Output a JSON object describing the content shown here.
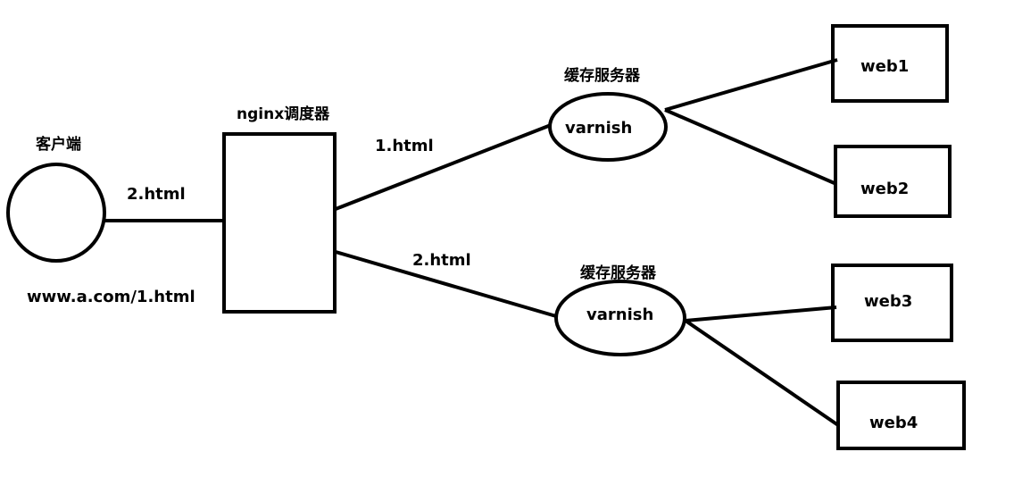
{
  "client": {
    "label": "客户端",
    "url": "www.a.com/1.html"
  },
  "client_link": {
    "label": "2.html"
  },
  "scheduler": {
    "label": "nginx调度器"
  },
  "links": {
    "top": "1.html",
    "bottom": "2.html"
  },
  "cache_top": {
    "title": "缓存服务器",
    "name": "varnish"
  },
  "cache_bottom": {
    "title": "缓存服务器",
    "name": "varnish"
  },
  "web": {
    "w1": "web1",
    "w2": "web2",
    "w3": "web3",
    "w4": "web4"
  }
}
